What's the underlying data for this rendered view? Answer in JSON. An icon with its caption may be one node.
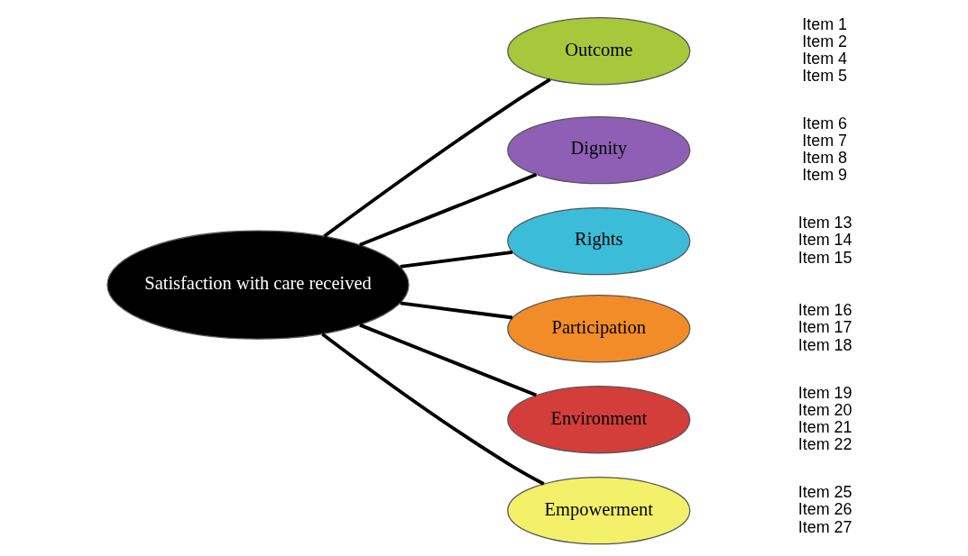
{
  "diagram": {
    "nodes": [
      {
        "text": [
          "Satisfaction with care received"
        ]
      },
      {
        "text": [
          "Outcome"
        ],
        "beside": [
          "Item 1",
          "Item 2",
          "Item 4",
          "Item 5"
        ]
      },
      {
        "text": [
          "Dignity"
        ],
        "beside": [
          "Item 6",
          "Item 7",
          "Item 8",
          "Item 9"
        ]
      },
      {
        "text": [
          "Rights"
        ],
        "beside": [
          "Item 13",
          "Item 14",
          "Item 15"
        ]
      },
      {
        "text": [
          "Participation"
        ],
        "beside": [
          "Item 16",
          "Item 17",
          "Item 18"
        ]
      },
      {
        "text": [
          "Environment"
        ],
        "beside": [
          "Item 19",
          "Item 20",
          "Item 21",
          "Item 22"
        ]
      },
      {
        "text": [
          "Empowerment"
        ],
        "beside": [
          "Item 25",
          "Item 26",
          "Item 27"
        ]
      }
    ],
    "edges": [
      {
        "from": 0,
        "to": 1,
        "arrow": "none"
      },
      {
        "from": 0,
        "to": 2,
        "arrow": "none"
      },
      {
        "from": 0,
        "to": 3,
        "arrow": "none"
      },
      {
        "from": 0,
        "to": 4,
        "arrow": "none"
      },
      {
        "from": 0,
        "to": 5,
        "arrow": "none"
      },
      {
        "from": 0,
        "to": 6,
        "arrow": "none"
      }
    ]
  }
}
